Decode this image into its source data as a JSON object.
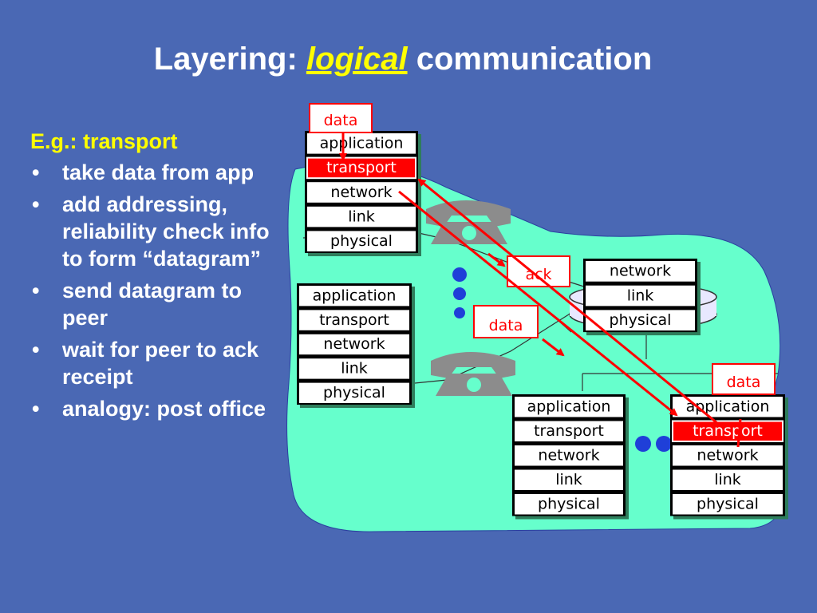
{
  "title": {
    "prefix": "Layering: ",
    "emph": "logical",
    "suffix": " communication"
  },
  "left": {
    "head": "E.g.: transport",
    "bullets": [
      {
        "text": "take data from app"
      },
      {
        "text": "add addressing, reliability check info to form “datagram”"
      },
      {
        "text": "send datagram to peer"
      },
      {
        "text": "wait for peer to ack receipt"
      },
      {
        "text": "analogy: post office"
      }
    ]
  },
  "stacks": {
    "five_layer": [
      "application",
      "transport",
      "network",
      "link",
      "physical"
    ],
    "router": [
      "network",
      "link",
      "physical"
    ]
  },
  "labels": {
    "data": "data",
    "ack": "ack",
    "transport": "transport"
  },
  "colors": {
    "background": "#4a68b4",
    "network_area": "#66ffcc",
    "accent": "#ff0000",
    "title": "#ffffff",
    "emphasis": "#ffff00",
    "dots": "#1f3fd8"
  },
  "icons": [
    "telephone-icon",
    "telephone-icon"
  ]
}
